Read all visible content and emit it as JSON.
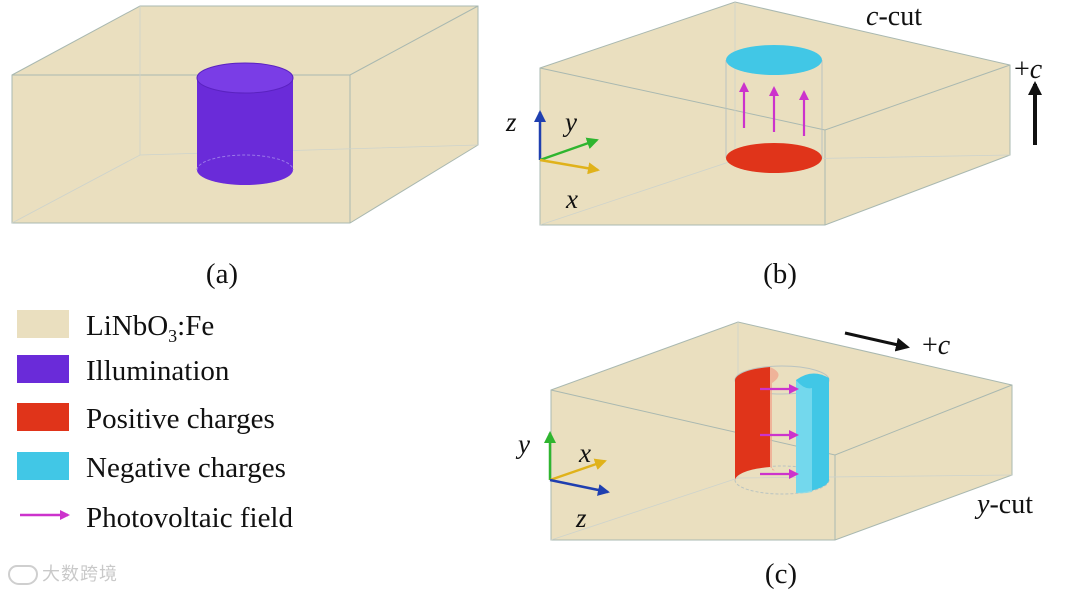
{
  "colors": {
    "crystal": "#eadfbf",
    "crystal_edge": "#9fb3ad",
    "illumination": "#6a2bd9",
    "positive": "#e0341a",
    "negative": "#41c7e6",
    "field": "#cc33cc",
    "axis_x": "#e0b21a",
    "axis_y": "#2fb52f",
    "axis_z": "#1f3fb0"
  },
  "panels": {
    "a": {
      "label": "(a)"
    },
    "b": {
      "label": "(b)",
      "cut": "c-cut",
      "cut_letter": "c",
      "cut_suffix": "-cut",
      "dir_prefix": "+",
      "dir_letter": "c",
      "axis_x": "x",
      "axis_y": "y",
      "axis_z": "z"
    },
    "c": {
      "label": "(c)",
      "cut": "y-cut",
      "cut_letter": "y",
      "cut_suffix": "-cut",
      "dir_prefix": "+",
      "dir_letter": "c",
      "axis_x": "x",
      "axis_y": "y",
      "axis_z": "z"
    }
  },
  "legend": {
    "items": [
      {
        "key": "crystal",
        "text_main": "LiNbO",
        "text_sub": "3",
        "text_tail": ":Fe",
        "swatch": "box"
      },
      {
        "key": "illumination",
        "text_main": "Illumination",
        "swatch": "box"
      },
      {
        "key": "positive",
        "text_main": "Positive charges",
        "swatch": "box"
      },
      {
        "key": "negative",
        "text_main": "Negative charges",
        "swatch": "box"
      },
      {
        "key": "field",
        "text_main": "Photovoltaic field",
        "swatch": "arrow"
      }
    ]
  },
  "watermark": "大数跨境",
  "icons": {
    "watermark_icon": "weibo-logo-icon",
    "field_arrow": "arrow-right-icon"
  }
}
